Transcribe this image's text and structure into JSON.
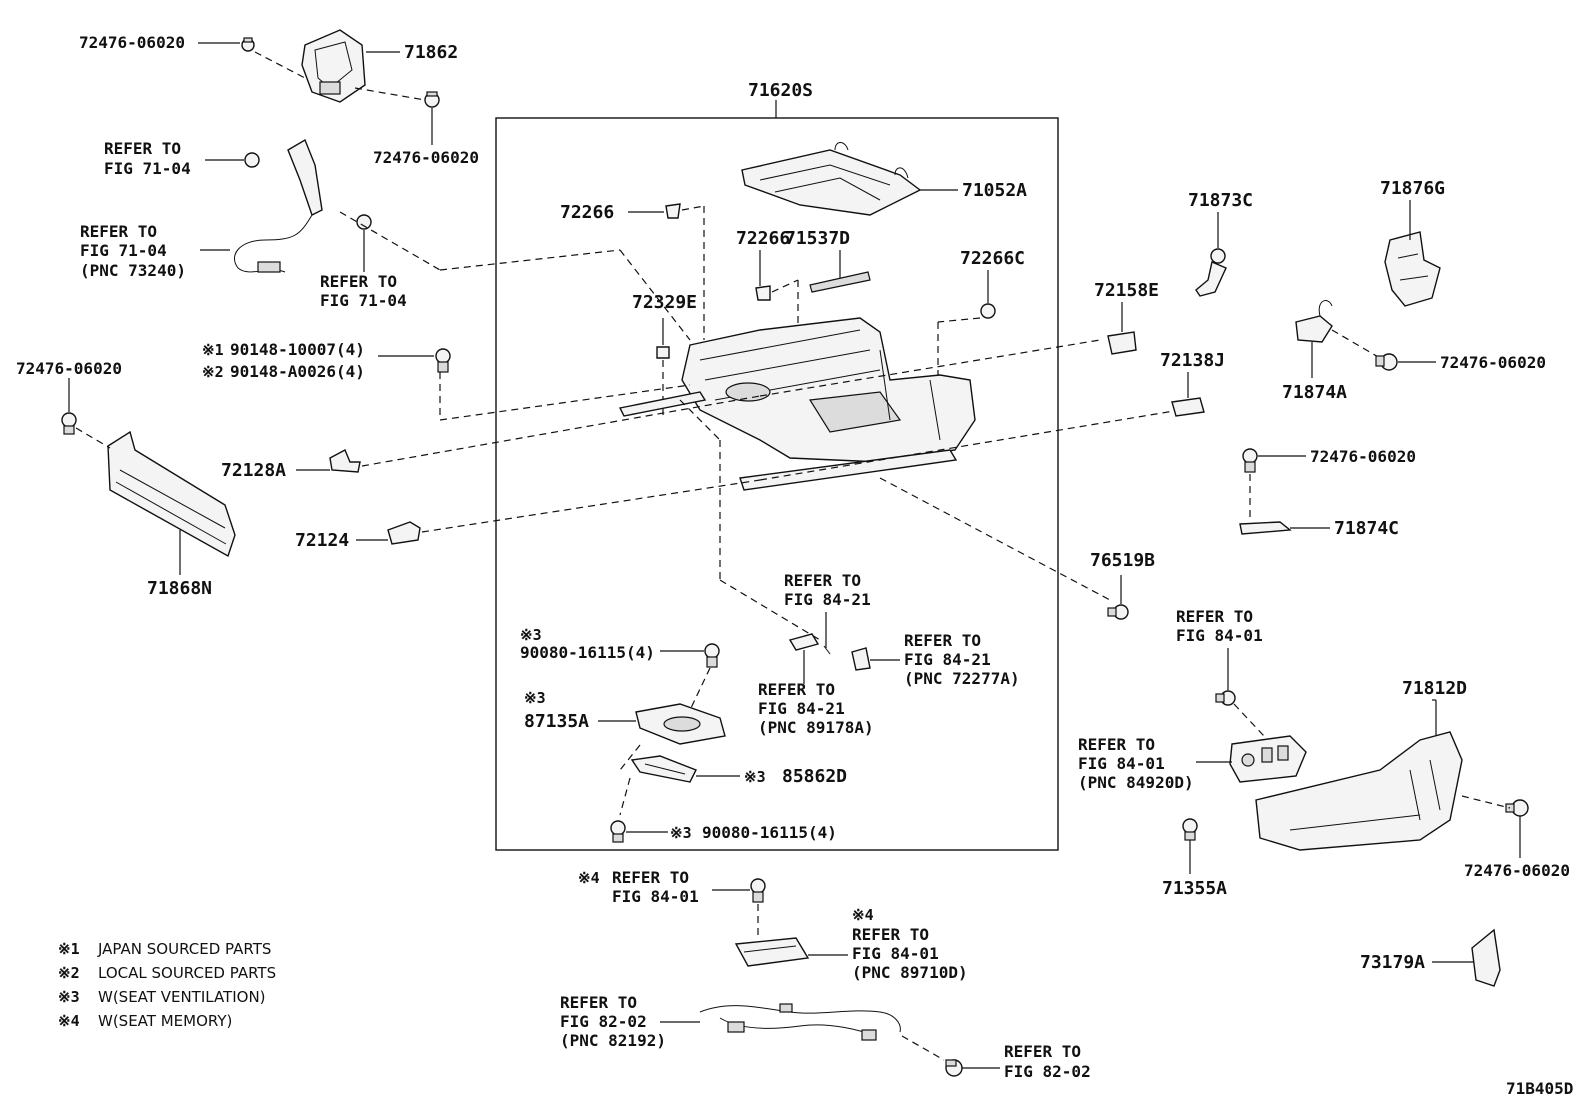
{
  "diagram_id": "71B405D",
  "frame_label": "71620S",
  "legend": [
    {
      "mark": "※1",
      "text": "JAPAN SOURCED PARTS"
    },
    {
      "mark": "※2",
      "text": "LOCAL SOURCED PARTS"
    },
    {
      "mark": "※3",
      "text": "W(SEAT VENTILATION)"
    },
    {
      "mark": "※4",
      "text": "W(SEAT MEMORY)"
    }
  ],
  "parts": {
    "p71862": "71862",
    "p72476_a": "72476-06020",
    "p72476_b": "72476-06020",
    "p72476_c": "72476-06020",
    "p72476_d": "72476-06020",
    "p72476_e": "72476-06020",
    "p72476_f": "72476-06020",
    "p71052A": "71052A",
    "p72266_a": "72266",
    "p72266_b": "72266",
    "p71537D": "71537D",
    "p72266C": "72266C",
    "p72329E": "72329E",
    "p71873C": "71873C",
    "p71876G": "71876G",
    "p72158E": "72158E",
    "p72138J": "72138J",
    "p71874A": "71874A",
    "p71874C": "71874C",
    "p72128A": "72128A",
    "p72124": "72124",
    "p71868N": "71868N",
    "p76519B": "76519B",
    "p71812D": "71812D",
    "p71355A": "71355A",
    "p73179A": "73179A",
    "p87135A": "87135A",
    "p85862D": "85862D",
    "p90148_1": "90148-10007(4)",
    "p90148_2": "90148-A0026(4)",
    "p90080_a": "90080-16115(4)",
    "p90080_b": "90080-16115(4)"
  },
  "marks": {
    "m1": "※1",
    "m2": "※2",
    "m3a": "※3",
    "m3b": "※3",
    "m3c": "※3",
    "m3d": "※3",
    "m4a": "※4",
    "m4b": "※4"
  },
  "refs": {
    "refer_to": "REFER TO",
    "fig_71_04": "FIG 71-04",
    "fig_84_21": "FIG 84-21",
    "fig_84_01": "FIG 84-01",
    "fig_82_02": "FIG 82-02",
    "pnc_73240": "(PNC 73240)",
    "pnc_72277A": "(PNC 72277A)",
    "pnc_89178A": "(PNC 89178A)",
    "pnc_84920D": "(PNC 84920D)",
    "pnc_89710D": "(PNC 89710D)",
    "pnc_82192": "(PNC 82192)"
  }
}
